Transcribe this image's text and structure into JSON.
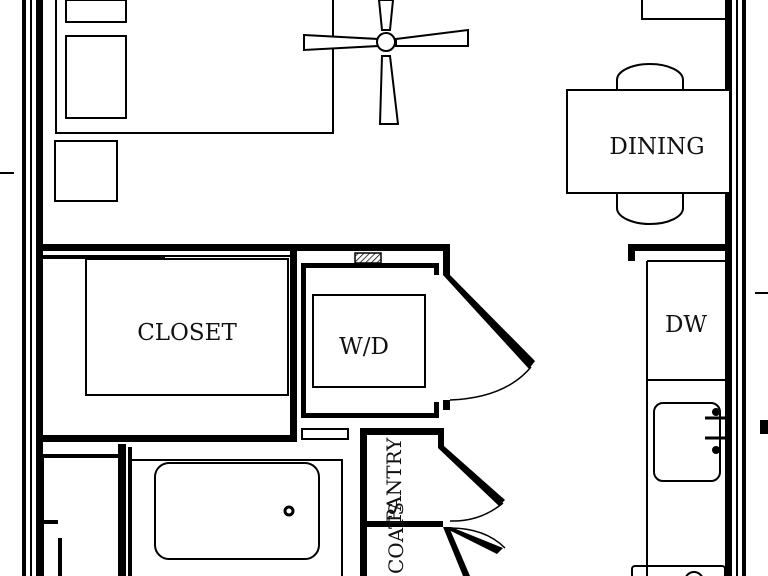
{
  "rooms": {
    "dining": "DINING",
    "closet": "CLOSET",
    "washer_dryer": "W/D",
    "dishwasher": "DW",
    "pantry": "PANTRY",
    "coats": "COATS"
  },
  "colors": {
    "wall": "#000000",
    "background": "#ffffff"
  }
}
